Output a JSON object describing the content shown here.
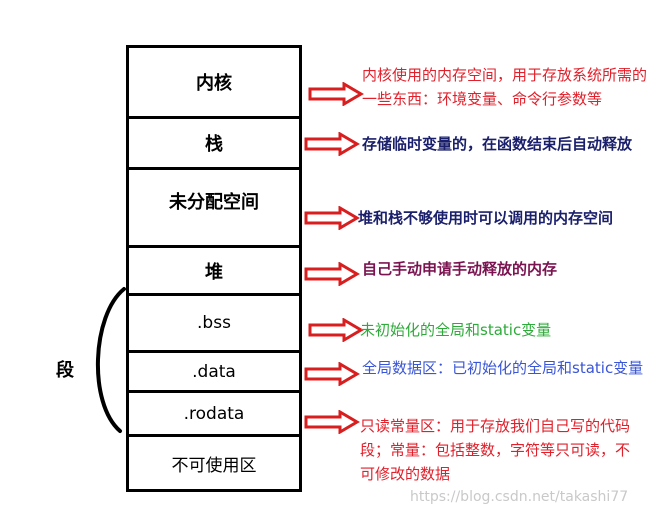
{
  "segments": [
    {
      "label": "内核"
    },
    {
      "label": "栈"
    },
    {
      "label": "未分配空间"
    },
    {
      "label": "堆"
    },
    {
      "label": ".bss"
    },
    {
      "label": ".data"
    },
    {
      "label": ".rodata"
    },
    {
      "label": "不可使用区"
    }
  ],
  "descriptions": [
    {
      "lines": [
        "内核使用的内存空间，用于存放系统所需的",
        "一些东西：环境变量、命令行参数等"
      ],
      "color": "#e0202b"
    },
    {
      "lines": [
        "存储临时变量的，在函数结束后自动释放"
      ],
      "color": "#1a1f6b"
    },
    {
      "lines": [
        "堆和栈不够使用时可以调用的内存空间"
      ],
      "color": "#1a1f6b"
    },
    {
      "lines": [
        "自己手动申请手动释放的内存"
      ],
      "color": "#7a1450"
    },
    {
      "lines": [
        "未初始化的全局和static变量"
      ],
      "color": "#2eaa3a"
    },
    {
      "lines": [
        "全局数据区：已初始化的全局和static变量"
      ],
      "color": "#3a55d6"
    },
    {
      "lines": [
        "只读常量区：用于存放我们自己写的代码",
        "段；常量：包括整数，字符等只可读，不",
        "可修改的数据"
      ],
      "color": "#e0202b"
    }
  ],
  "side_label": "段",
  "watermark": "https://blog.csdn.net/takashi77",
  "colors": {
    "arrow_outline": "#d81e1e",
    "line": "#000000"
  }
}
